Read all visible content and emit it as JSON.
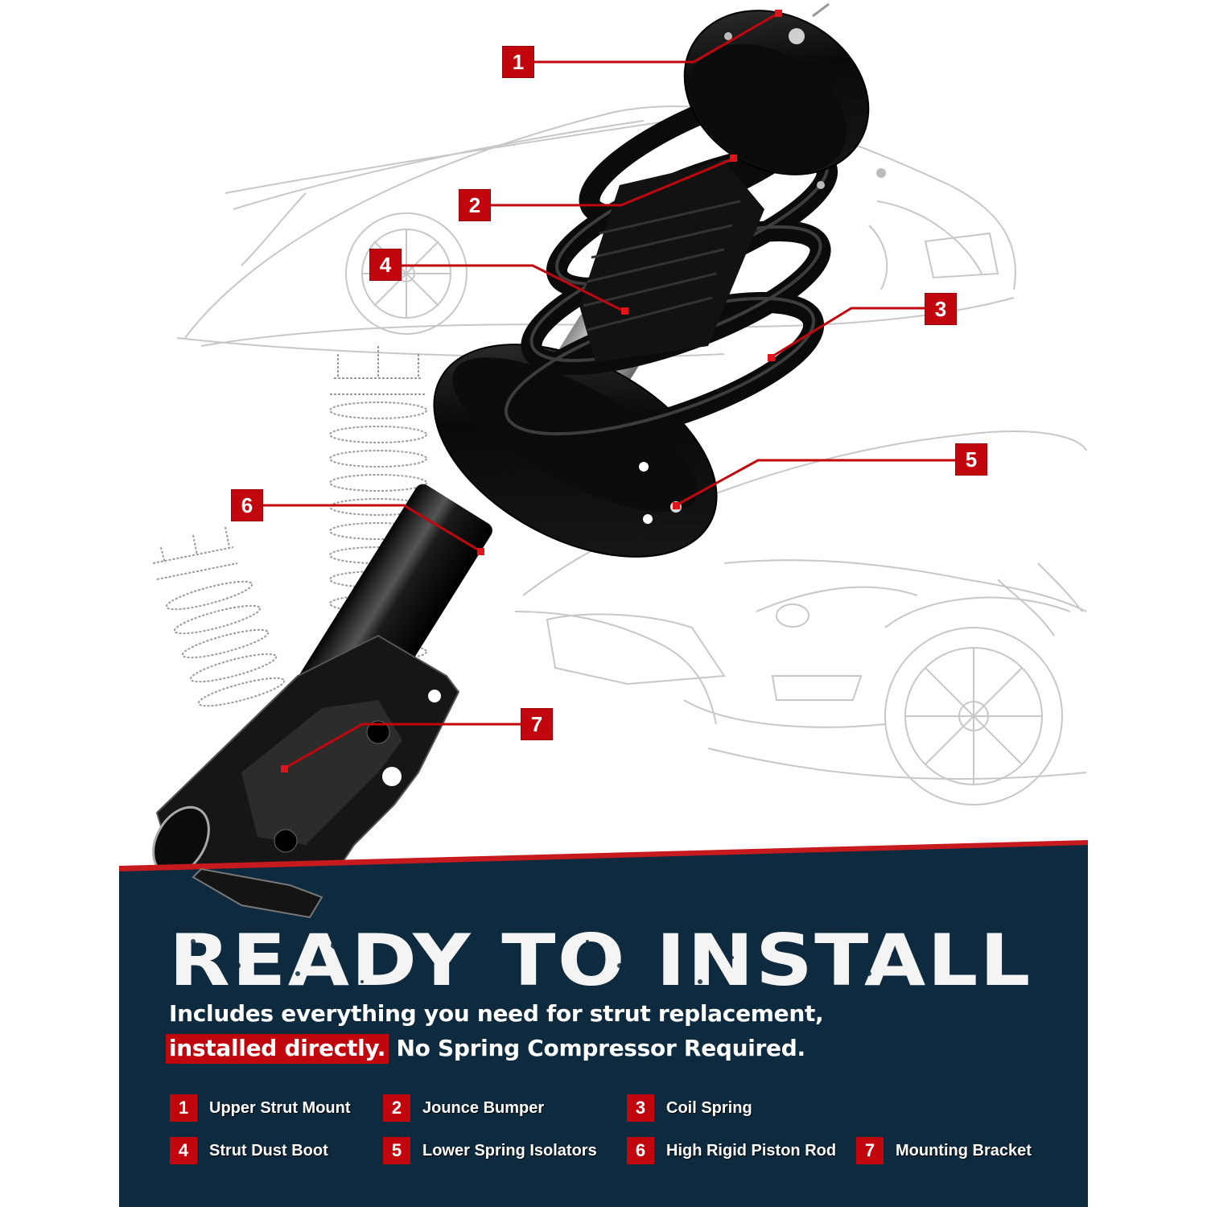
{
  "callouts": [
    {
      "num": "1",
      "part": "Upper Strut Mount"
    },
    {
      "num": "2",
      "part": "Jounce Bumper"
    },
    {
      "num": "3",
      "part": "Coil Spring"
    },
    {
      "num": "4",
      "part": "Strut Dust Boot"
    },
    {
      "num": "5",
      "part": "Lower Spring Isolators"
    },
    {
      "num": "6",
      "part": "High Rigid Piston Rod"
    },
    {
      "num": "7",
      "part": "Mounting Bracket"
    }
  ],
  "banner": {
    "headline": "READY TO INSTALL",
    "line1": "Includes everything you need for strut replacement,",
    "line2_highlight": "installed directly.",
    "line2_rest": " No Spring Compressor Required."
  },
  "legend": [
    {
      "num": "1",
      "label": "Upper Strut Mount"
    },
    {
      "num": "2",
      "label": "Jounce Bumper"
    },
    {
      "num": "3",
      "label": "Coil Spring"
    },
    {
      "num": "4",
      "label": "Strut Dust Boot"
    },
    {
      "num": "5",
      "label": "Lower Spring Isolators"
    },
    {
      "num": "6",
      "label": "High Rigid Piston Rod"
    },
    {
      "num": "7",
      "label": "Mounting Bracket"
    }
  ],
  "colors": {
    "accent_red": "#c1070d",
    "panel_navy": "#0d2a3f",
    "text_white": "#ffffff"
  }
}
